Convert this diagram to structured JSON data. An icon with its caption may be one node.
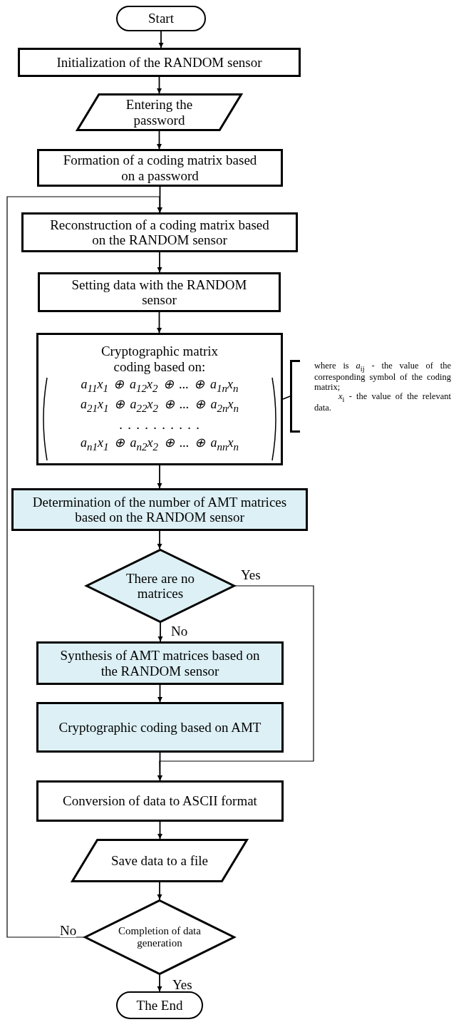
{
  "diagram": {
    "nodes": [
      {
        "text": [
          "Start"
        ]
      },
      {
        "text": [
          "Initialization of the RANDOM sensor"
        ]
      },
      {
        "text": [
          "Entering the password"
        ]
      },
      {
        "text": [
          "Formation of a coding matrix based on a password"
        ]
      },
      {
        "text": [
          "Reconstruction of a coding matrix based on the RANDOM sensor"
        ]
      },
      {
        "text": [
          "Setting data with the RANDOM sensor"
        ]
      },
      {
        "text": [
          "Cryptographic matrix coding based on:",
          "a$_{11}$x$_{1}$ ⊕ a$_{12}$x$_{2}$ ⊕ ... ⊕ a$_{1n}$x$_{n}$",
          "a$_{21}$x$_{1}$ ⊕ a$_{22}$x$_{2}$ ⊕ ... ⊕ a$_{2n}$x$_{n}$",
          ". . . . . . . . . .",
          "a$_{n1}$x$_{1}$ ⊕ a$_{n2}$x$_{2}$ ⊕ ... ⊕ a$_{nn}$x$_{n}$"
        ]
      },
      {
        "text": [
          "where is *a*$_{ij}$ - the value of the corresponding symbol of the coding matrix;",
          "*x*$_{i}$ - the value of the relevant data."
        ]
      },
      {
        "text": [
          "Determination of the number of AMT matrices based on the RANDOM sensor"
        ]
      },
      {
        "text": [
          "There are no matrices"
        ]
      },
      {
        "text": [
          "Synthesis of AMT matrices based on the RANDOM sensor"
        ]
      },
      {
        "text": [
          "Cryptographic coding based on AMT"
        ]
      },
      {
        "text": [
          "Conversion of data to ASCII format"
        ]
      },
      {
        "text": [
          "Save data to a file"
        ]
      },
      {
        "text": [
          "Completion of data generation"
        ]
      },
      {
        "text": [
          "The End"
        ]
      }
    ],
    "edges": [
      {
        "from": 0,
        "to": 1,
        "arrow": "to"
      },
      {
        "from": 1,
        "to": 2,
        "arrow": "to"
      },
      {
        "from": 2,
        "to": 3,
        "arrow": "to"
      },
      {
        "from": 3,
        "to": 4,
        "arrow": "to"
      },
      {
        "from": 4,
        "to": 5,
        "arrow": "to"
      },
      {
        "from": 5,
        "to": 6,
        "arrow": "to"
      },
      {
        "from": 6,
        "to": 7,
        "arrow": "none",
        "style": "dashed"
      },
      {
        "from": 6,
        "to": 8,
        "arrow": "to"
      },
      {
        "from": 8,
        "to": 9,
        "arrow": "to"
      },
      {
        "from": 9,
        "to": 10,
        "arrow": "to",
        "label": "No"
      },
      {
        "from": 10,
        "to": 11,
        "arrow": "to"
      },
      {
        "from": 11,
        "to": 12,
        "arrow": "to"
      },
      {
        "from": 9,
        "to": 12,
        "arrow": "to",
        "label": "Yes"
      },
      {
        "from": 12,
        "to": 13,
        "arrow": "to"
      },
      {
        "from": 13,
        "to": 14,
        "arrow": "to"
      },
      {
        "from": 14,
        "to": 4,
        "arrow": "to",
        "label": "No"
      },
      {
        "from": 14,
        "to": 15,
        "arrow": "to",
        "label": "Yes"
      }
    ]
  }
}
